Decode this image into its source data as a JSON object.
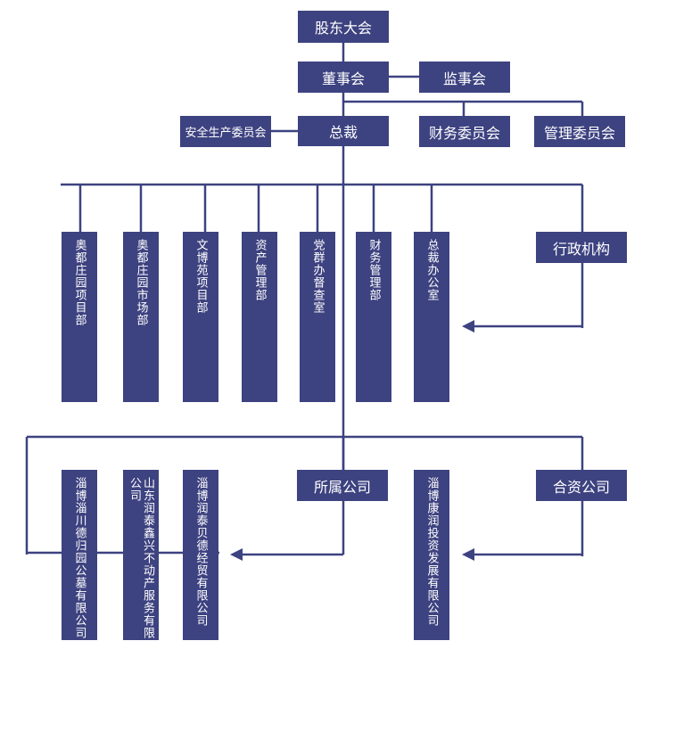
{
  "org": {
    "shareholders": "股东大会",
    "board": "董事会",
    "supervisors": "监事会",
    "safety_committee": "安全生产委员会",
    "president": "总裁",
    "finance_committee": "财务委员会",
    "management_committee": "管理委员会",
    "admin_org": "行政机构",
    "departments": [
      "奥都庄园项目部",
      "奥都庄园市场部",
      "文博苑项目部",
      "资产管理部",
      "党群办督查室",
      "财务管理部",
      "总裁办公室"
    ],
    "subsidiaries_label": "所属公司",
    "subsidiaries": [
      "淄博淄川德归园公墓有限公司",
      "山东润泰鑫兴不动产服务有限公司",
      "淄博润泰贝德经贸有限公司"
    ],
    "jv_label": "合资公司",
    "jv_companies": [
      "淄博康润投资发展有限公司"
    ]
  },
  "colors": {
    "box_fill": "#3d4280",
    "box_text": "#ffffff",
    "connector": "#3d4280"
  }
}
